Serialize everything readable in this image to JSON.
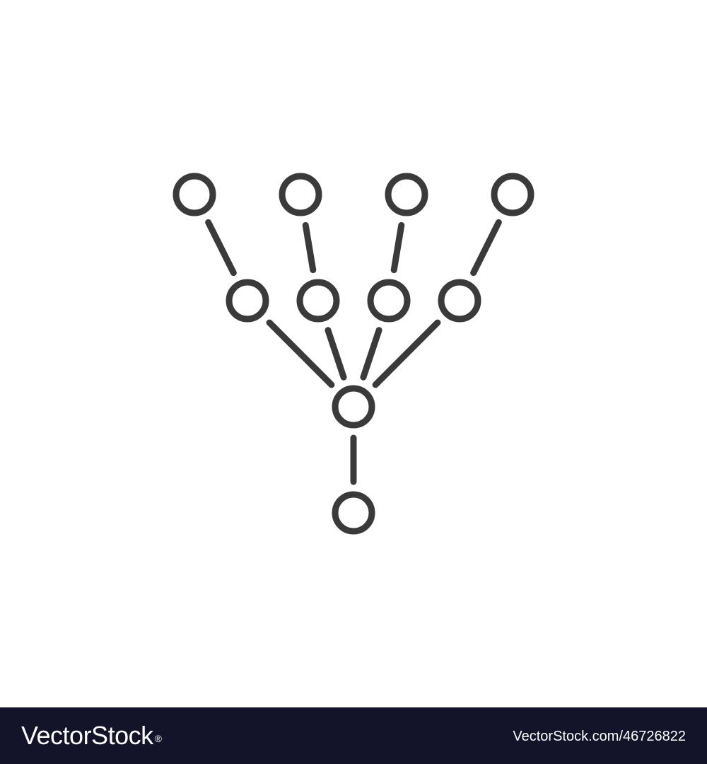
{
  "diagram": {
    "stroke_color": "#3a3a3a",
    "background_color": "#ffffff",
    "nodes": [
      {
        "id": "top-1",
        "level": 0
      },
      {
        "id": "top-2",
        "level": 0
      },
      {
        "id": "top-3",
        "level": 0
      },
      {
        "id": "top-4",
        "level": 0
      },
      {
        "id": "mid-1",
        "level": 1
      },
      {
        "id": "mid-2",
        "level": 1
      },
      {
        "id": "mid-3",
        "level": 1
      },
      {
        "id": "mid-4",
        "level": 1
      },
      {
        "id": "hub",
        "level": 2
      },
      {
        "id": "root",
        "level": 3
      }
    ],
    "edges": [
      [
        "top-1",
        "mid-1"
      ],
      [
        "top-2",
        "mid-2"
      ],
      [
        "top-3",
        "mid-3"
      ],
      [
        "top-4",
        "mid-4"
      ],
      [
        "mid-1",
        "hub"
      ],
      [
        "mid-2",
        "hub"
      ],
      [
        "mid-3",
        "hub"
      ],
      [
        "mid-4",
        "hub"
      ],
      [
        "hub",
        "root"
      ]
    ]
  },
  "footer": {
    "background_color": "#13132a",
    "brand": "VectorStock",
    "registered_mark": "®",
    "image_id": "VectorStock.com/46726822"
  }
}
